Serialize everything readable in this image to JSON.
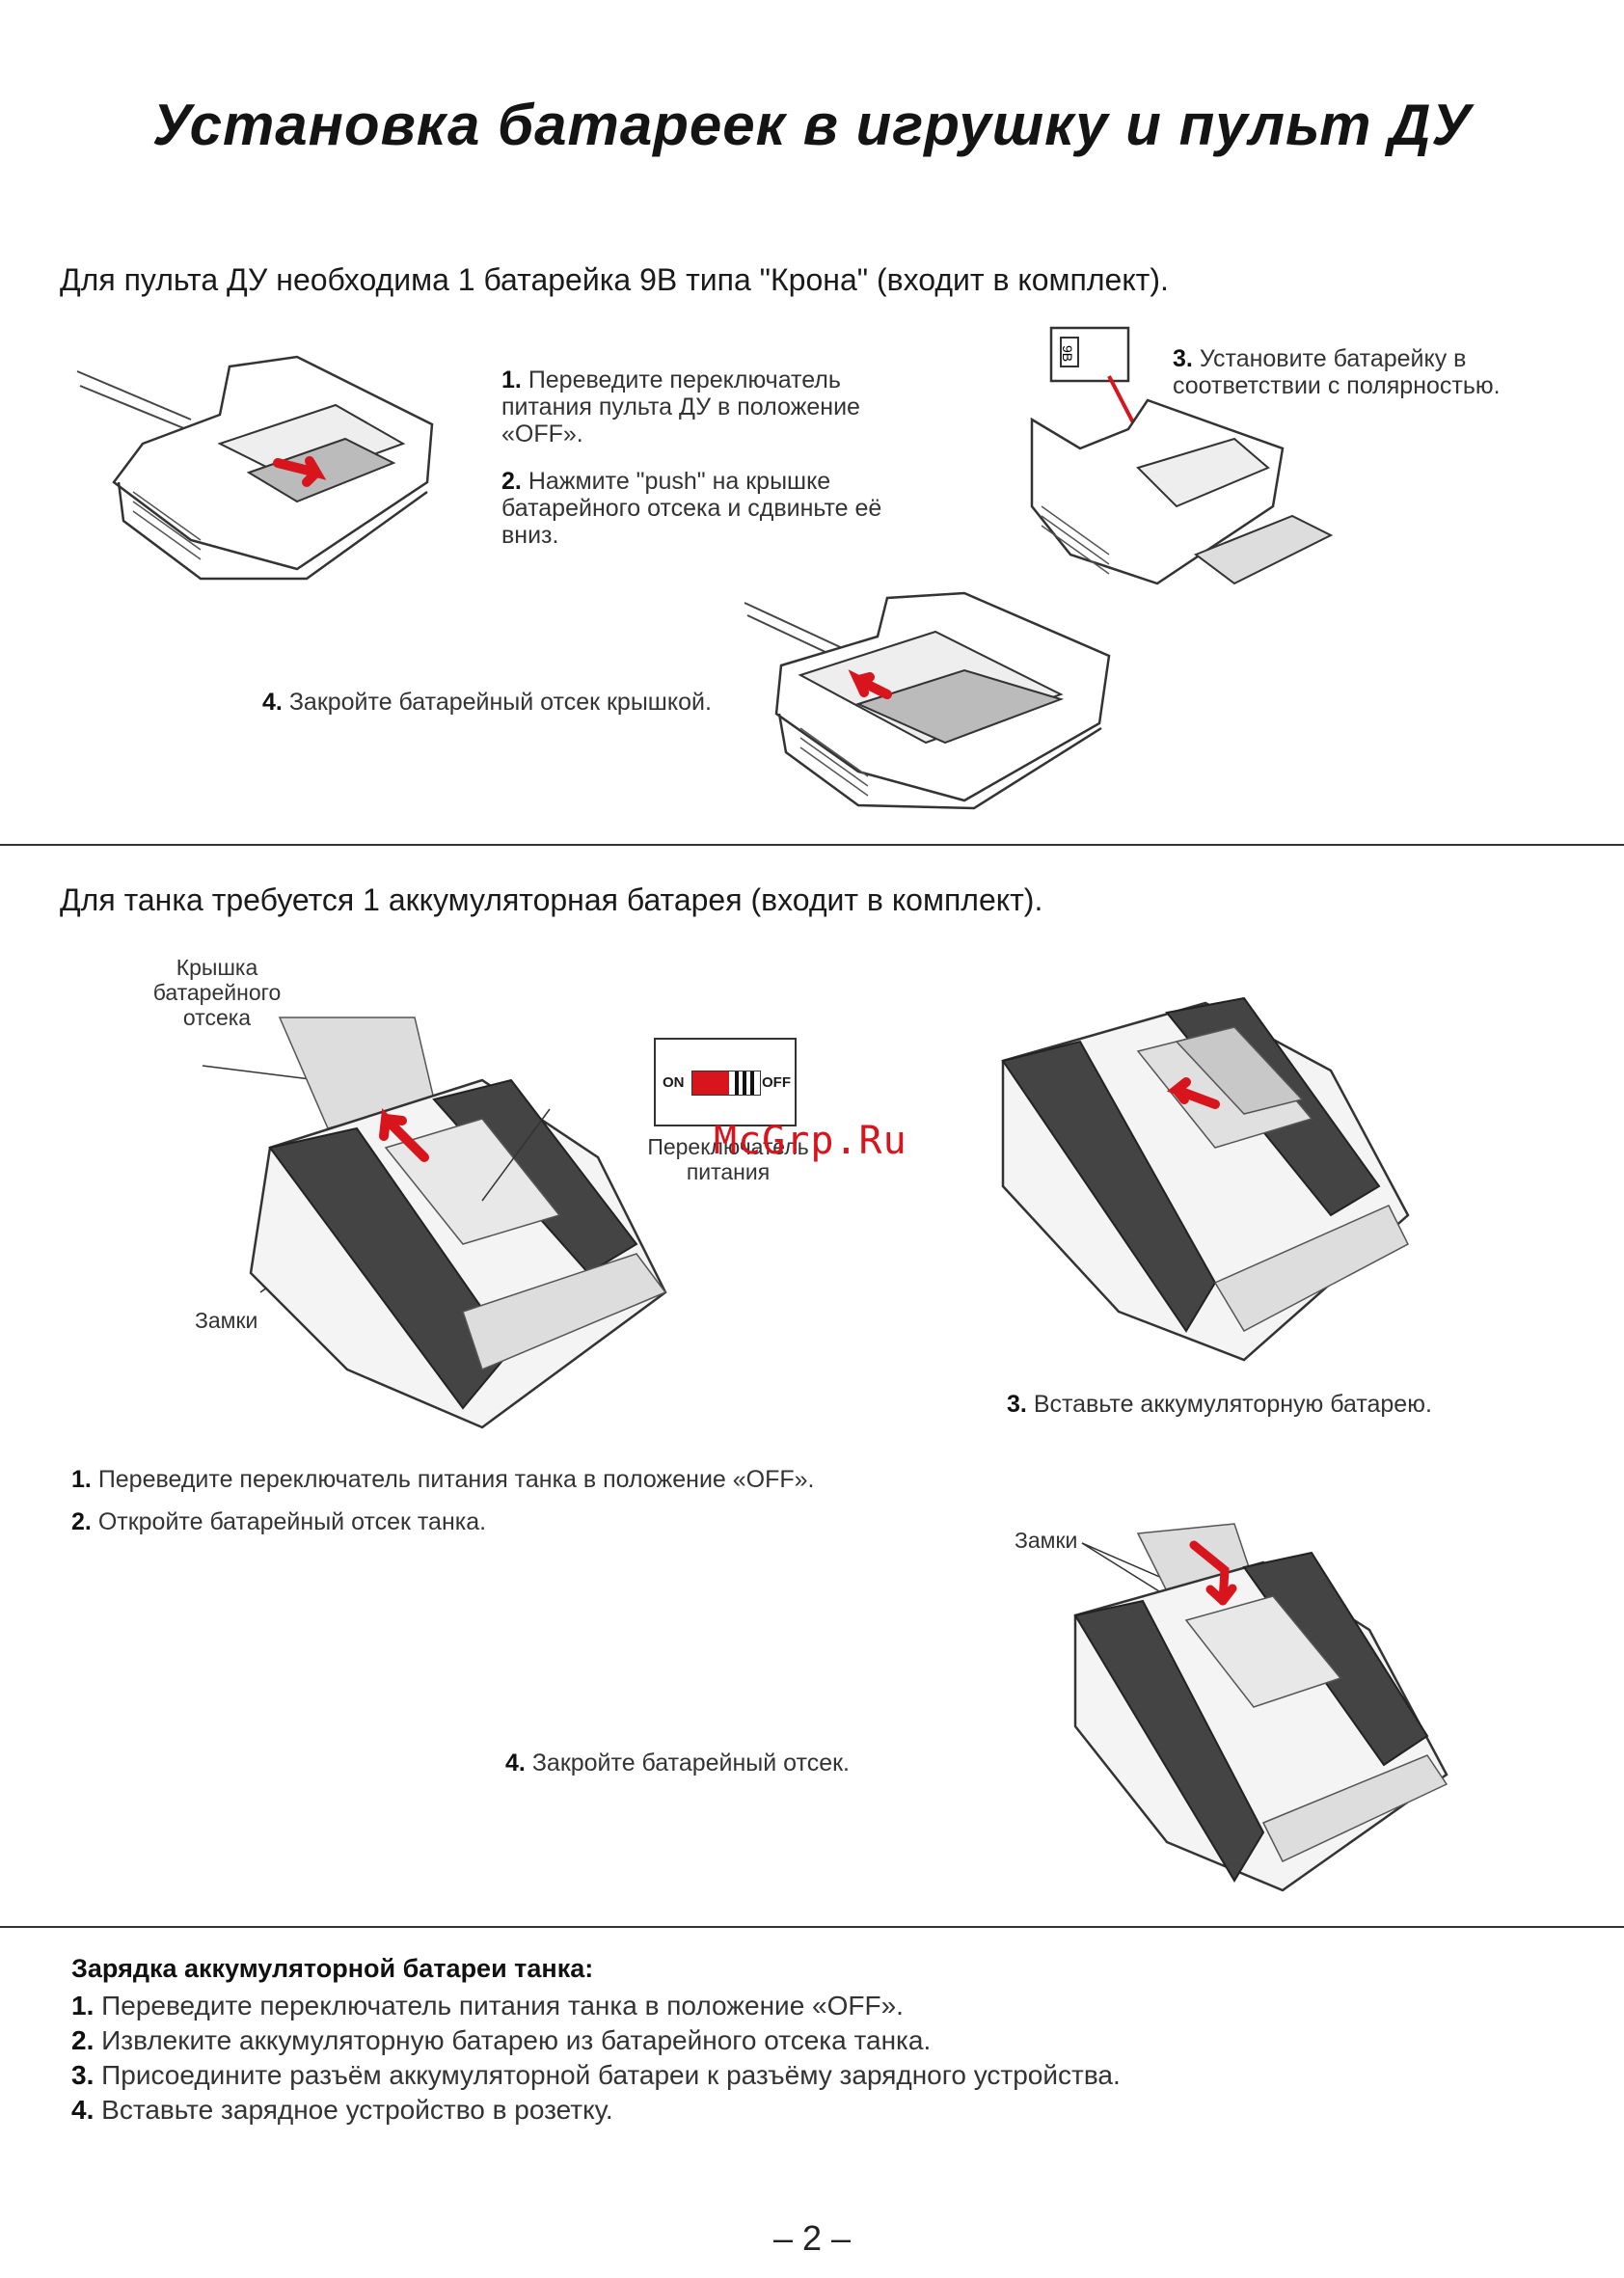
{
  "title": "Установка батареек в игрушку и пульт ДУ",
  "remote_section": {
    "heading": "Для пульта ДУ необходима 1 батарейка 9В типа \"Крона\" (входит в комплект).",
    "steps": [
      {
        "num": "1.",
        "text": "Переведите переключатель питания пульта ДУ в положение «OFF»."
      },
      {
        "num": "2.",
        "text": "Нажмите \"push\" на крышке батарейного отсека и сдвиньте её вниз."
      },
      {
        "num": "3.",
        "text": "Установите батарейку в соответствии с полярностью."
      },
      {
        "num": "4.",
        "text": "Закройте батарейный отсек крышкой."
      }
    ],
    "battery_label": "9В"
  },
  "tank_section": {
    "heading": "Для танка требуется 1 аккумуляторная батарея (входит в комплект).",
    "labels": {
      "cover": "Крышка батарейного отсека",
      "switch": "Переключатель питания",
      "locks_1": "Замки",
      "locks_2": "Замки",
      "switch_on": "ON",
      "switch_off": "OFF"
    },
    "steps": [
      {
        "num": "1.",
        "text": "Переведите переключатель питания танка в положение «OFF»."
      },
      {
        "num": "2.",
        "text": "Откройте батарейный отсек танка."
      },
      {
        "num": "3.",
        "text": "Вставьте аккумуляторную батарею."
      },
      {
        "num": "4.",
        "text": "Закройте батарейный отсек."
      }
    ]
  },
  "watermark": "McGrp.Ru",
  "charging": {
    "heading": "Зарядка аккумуляторной батареи танка:",
    "steps": [
      {
        "num": "1.",
        "text": " Переведите переключатель питания танка в положение «OFF»."
      },
      {
        "num": "2.",
        "text": "Извлеките аккумуляторную батарею из батарейного отсека танка."
      },
      {
        "num": "3.",
        "text": "Присоедините разъём аккумуляторной батареи к разъёму зарядного устройства."
      },
      {
        "num": "4.",
        "text": "Вставьте зарядное устройство в розетку."
      }
    ]
  },
  "page_number": "– 2 –",
  "colors": {
    "accent": "#d8141c",
    "line": "#333333"
  }
}
